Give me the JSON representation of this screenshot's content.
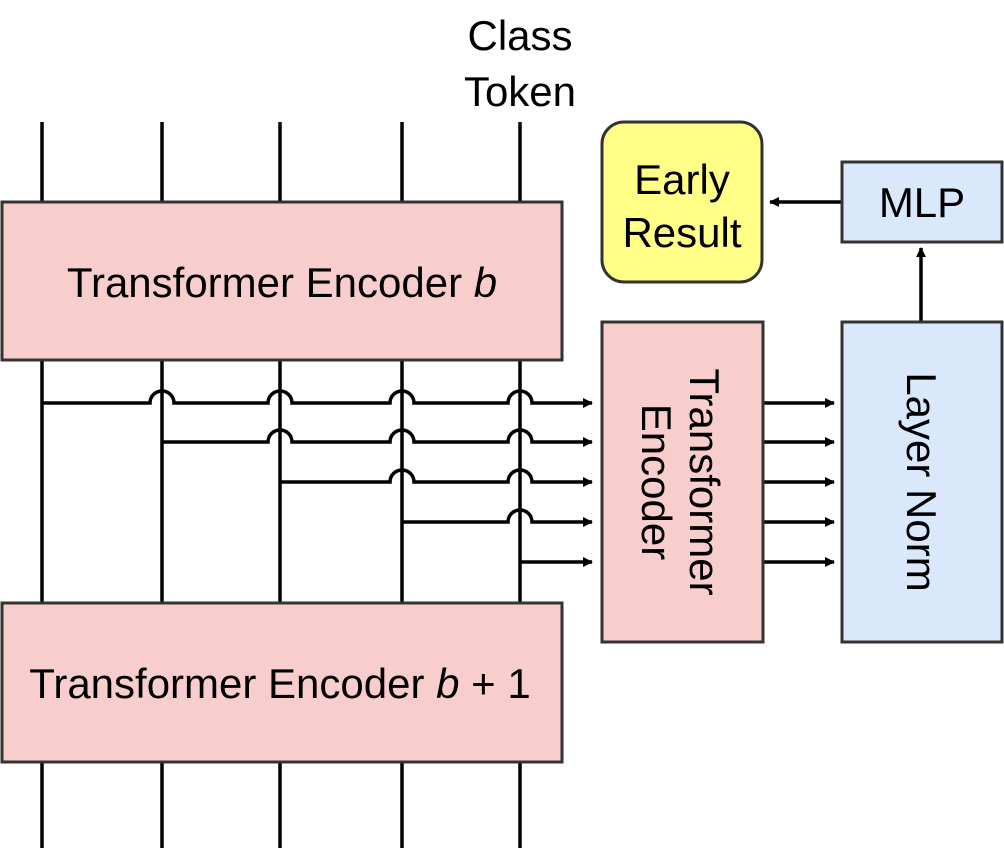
{
  "labels": {
    "class_token_line1": "Class",
    "class_token_line2": "Token",
    "encoder_b_text": "Transformer Encoder ",
    "encoder_b_var": "b",
    "encoder_b1_text": "Transformer Encoder ",
    "encoder_b1_var": "b",
    "encoder_b1_suffix": " + 1",
    "side_encoder_line1": "Transformer",
    "side_encoder_line2": "Encoder",
    "layer_norm": "Layer Norm",
    "mlp": "MLP",
    "early_result_line1": "Early",
    "early_result_line2": "Result"
  },
  "colors": {
    "encoder_fill": "#f8cecc",
    "norm_fill": "#dae8fc",
    "result_fill": "#ffff88",
    "stroke": "#333333",
    "line": "#000000"
  }
}
